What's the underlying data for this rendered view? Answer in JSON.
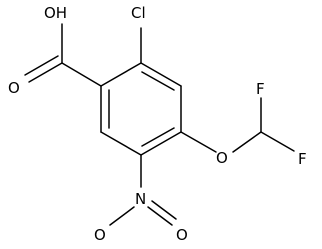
{
  "molecule": {
    "atoms": {
      "carboxyl_oh": "OH",
      "carboxyl_o": "O",
      "chlorine": "Cl",
      "ether_o": "O",
      "fluorine_top": "F",
      "fluorine_bottom": "F",
      "nitro_n": "N",
      "nitro_o_left": "O",
      "nitro_o_right": "O"
    },
    "colors": {
      "bond": "#000000",
      "label": "#000000",
      "background": "#ffffff"
    }
  }
}
